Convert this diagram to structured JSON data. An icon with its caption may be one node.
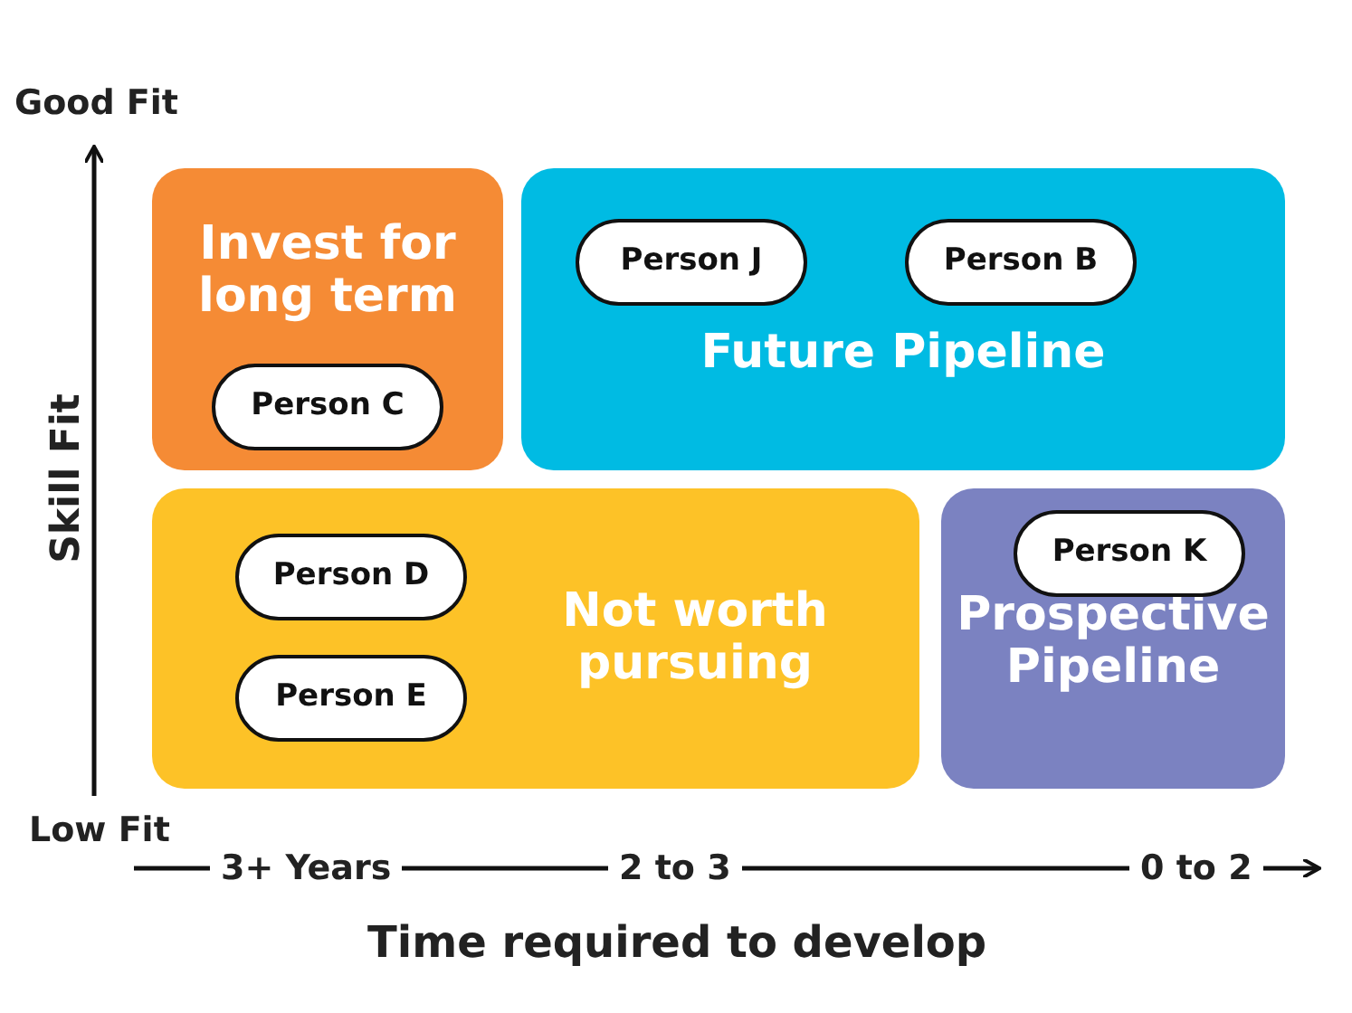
{
  "diagram": {
    "nodes": [
      {
        "text": [
          "Invest for long term"
        ]
      },
      {
        "text": [
          "Person C"
        ],
        "in": 0
      },
      {
        "text": [
          "Future Pipeline"
        ]
      },
      {
        "text": [
          "Person J"
        ],
        "in": 2
      },
      {
        "text": [
          "Person B"
        ],
        "in": 2
      },
      {
        "text": [
          "Not worth pursuing"
        ]
      },
      {
        "text": [
          "Person D"
        ],
        "in": 5
      },
      {
        "text": [
          "Person E"
        ],
        "in": 5
      },
      {
        "text": [
          "Prospective Pipeline"
        ]
      },
      {
        "text": [
          "Person K"
        ],
        "in": 8
      }
    ],
    "labels": [
      "Good Fit",
      "Skill Fit",
      "Low Fit",
      "3+ Years",
      "2 to 3",
      "0 to 2",
      "Time required to develop"
    ]
  }
}
